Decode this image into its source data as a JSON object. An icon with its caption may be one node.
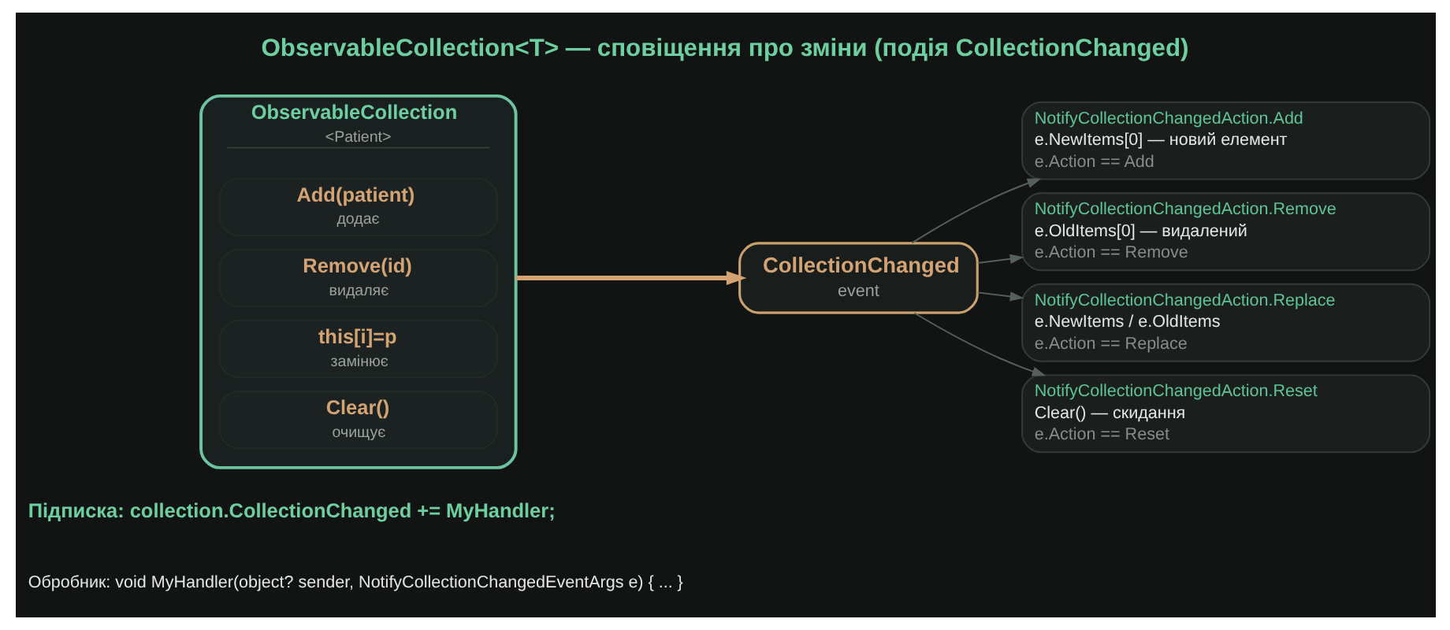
{
  "diagram": {
    "title": "ObservableCollection<T> — сповіщення про зміни (подія CollectionChanged)",
    "nodes": [
      {
        "text": [
          "ObservableCollection",
          "<Patient>"
        ]
      },
      {
        "text": [
          "Add(patient)",
          "додає"
        ],
        "in": 0
      },
      {
        "text": [
          "Remove(id)",
          "видаляє"
        ],
        "in": 0
      },
      {
        "text": [
          "this[i]=p",
          "замінює"
        ],
        "in": 0
      },
      {
        "text": [
          "Clear()",
          "очищує"
        ],
        "in": 0
      },
      {
        "text": [
          "CollectionChanged",
          "event"
        ]
      },
      {
        "text": [
          "NotifyCollectionChangedAction.Add",
          "e.NewItems[0] — новий елемент",
          "e.Action == Add"
        ]
      },
      {
        "text": [
          "NotifyCollectionChangedAction.Remove",
          "e.OldItems[0] — видалений",
          "e.Action == Remove"
        ]
      },
      {
        "text": [
          "NotifyCollectionChangedAction.Replace",
          "e.NewItems / e.OldItems",
          "e.Action == Replace"
        ]
      },
      {
        "text": [
          "NotifyCollectionChangedAction.Reset",
          "Clear() — скидання",
          "e.Action == Reset"
        ]
      }
    ],
    "edges": [
      {
        "from": 0,
        "to": 5,
        "arrow": "to",
        "style": "thick",
        "color": "#d4a373"
      },
      {
        "from": 5,
        "to": 6,
        "arrow": "to"
      },
      {
        "from": 5,
        "to": 7,
        "arrow": "to"
      },
      {
        "from": 5,
        "to": 8,
        "arrow": "to"
      },
      {
        "from": 5,
        "to": 9,
        "arrow": "to"
      }
    ],
    "labels": [
      "Підписка: collection.CollectionChanged += MyHandler;",
      "Обробник: void MyHandler(object? sender, NotifyCollectionChangedEventArgs e) { ... }"
    ]
  }
}
